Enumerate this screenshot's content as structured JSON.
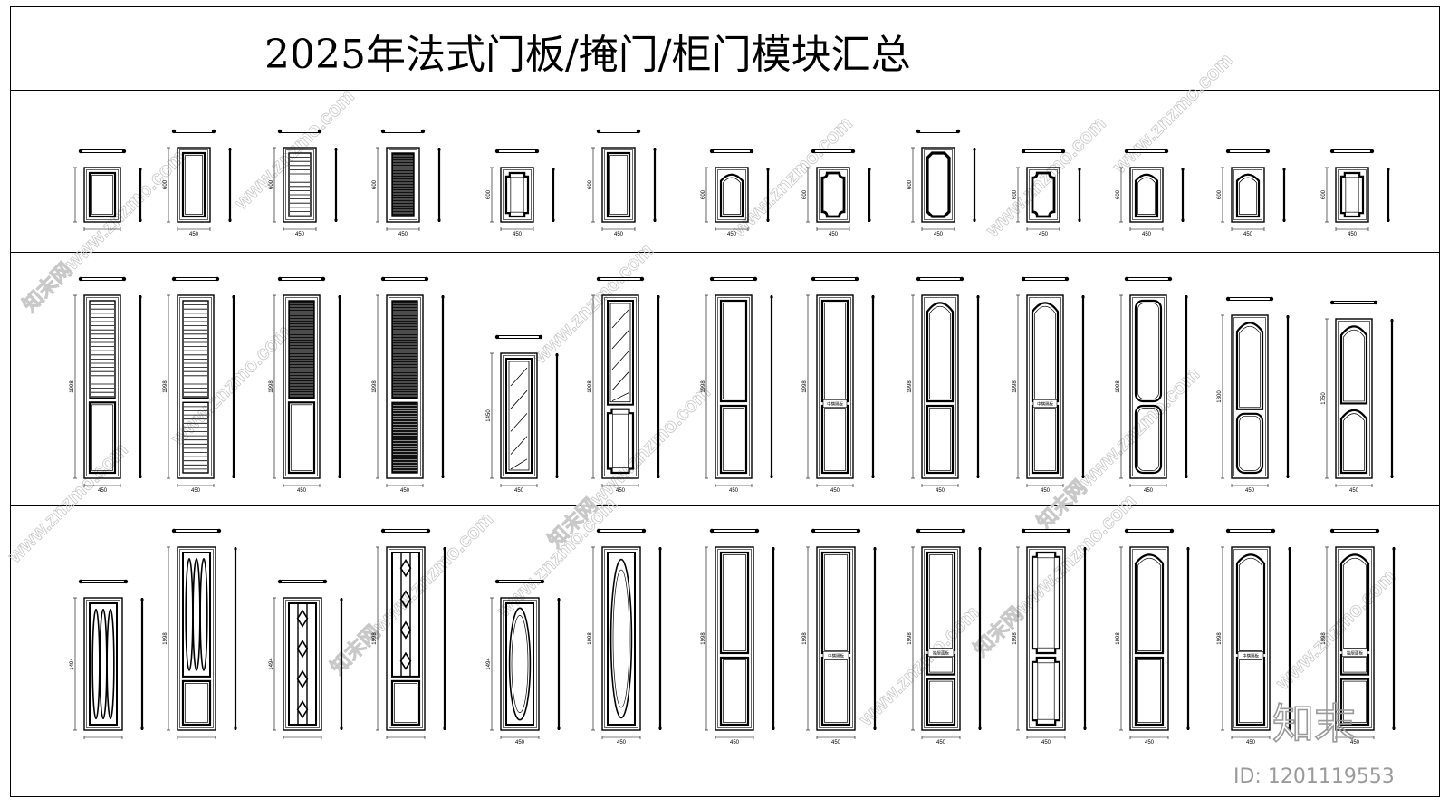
{
  "title": "2025年法式门板/掩门/柜门模块汇总",
  "colors": {
    "line": "#000000",
    "watermark": "#c8c8c8",
    "logo": "#9a9a9a"
  },
  "watermark": {
    "text": "www.znzmo.com",
    "site_name": "知末网"
  },
  "logo": {
    "text": "知末",
    "id_label": "ID: 1201119553"
  },
  "rows": [
    {
      "name": "short-doors",
      "panels": [
        {
          "type": "raised-plain",
          "height_label": "",
          "width_label": ""
        },
        {
          "type": "plain-recessed",
          "height_label": "600",
          "width_label": "450"
        },
        {
          "type": "louver-light",
          "height_label": "600",
          "width_label": "450"
        },
        {
          "type": "louver-dark",
          "height_label": "600",
          "width_label": "450"
        },
        {
          "type": "notched-corner",
          "height_label": "600",
          "width_label": "450"
        },
        {
          "type": "plain-recessed",
          "height_label": "600",
          "width_label": "450"
        },
        {
          "type": "arched",
          "height_label": "600",
          "width_label": "450"
        },
        {
          "type": "scalloped",
          "height_label": "600",
          "width_label": "450"
        },
        {
          "type": "octagon",
          "height_label": "600",
          "width_label": "450"
        },
        {
          "type": "scalloped-bold",
          "height_label": "600",
          "width_label": "450"
        },
        {
          "type": "arched-light",
          "height_label": "600",
          "width_label": "450"
        },
        {
          "type": "arched-scallop",
          "height_label": "600",
          "width_label": "450"
        },
        {
          "type": "notched-corner",
          "height_label": "600",
          "width_label": "450"
        }
      ]
    },
    {
      "name": "tall-doors-a",
      "panels": [
        {
          "type": "louver-top-light",
          "height_label": "1998",
          "width_label": "450",
          "note": ""
        },
        {
          "type": "louver-full-light",
          "height_label": "1998",
          "width_label": "450",
          "note": ""
        },
        {
          "type": "louver-top-dark",
          "height_label": "1998",
          "width_label": "450",
          "note": ""
        },
        {
          "type": "louver-full-dark",
          "height_label": "1998",
          "width_label": "450",
          "note": ""
        },
        {
          "type": "glass-hatched",
          "height_label": "1450",
          "width_label": "450",
          "note": ""
        },
        {
          "type": "glass-two",
          "height_label": "1998",
          "width_label": "450",
          "note": ""
        },
        {
          "type": "two-panel",
          "height_label": "1998",
          "width_label": "450",
          "note": ""
        },
        {
          "type": "two-panel-note",
          "height_label": "1998",
          "width_label": "450",
          "note": "中横隔板"
        },
        {
          "type": "arched-two",
          "height_label": "1998",
          "width_label": "450",
          "note": ""
        },
        {
          "type": "arched-two-note",
          "height_label": "1998",
          "width_label": "450",
          "note": "中横隔板"
        },
        {
          "type": "round-two",
          "height_label": "1998",
          "width_label": "450",
          "note": ""
        },
        {
          "type": "arched-round-two",
          "height_label": "1800",
          "width_label": "450",
          "note": ""
        },
        {
          "type": "notch-arched-two",
          "height_label": "1750",
          "width_label": "450",
          "note": ""
        }
      ]
    },
    {
      "name": "tall-doors-b",
      "panels": [
        {
          "type": "lattice-gothic",
          "height_label": "1494",
          "width_label": "",
          "note": ""
        },
        {
          "type": "lattice-gothic-base",
          "height_label": "1998",
          "width_label": "",
          "note": ""
        },
        {
          "type": "lattice-diamond",
          "height_label": "1494",
          "width_label": "",
          "note": ""
        },
        {
          "type": "lattice-diamond-base",
          "height_label": "1998",
          "width_label": "",
          "note": ""
        },
        {
          "type": "oval",
          "height_label": "1494",
          "width_label": "450",
          "note": ""
        },
        {
          "type": "oval-tall",
          "height_label": "1998",
          "width_label": "450",
          "note": ""
        },
        {
          "type": "two-panel",
          "height_label": "1998",
          "width_label": "450",
          "note": ""
        },
        {
          "type": "two-panel-note",
          "height_label": "1998",
          "width_label": "450",
          "note": "中横隔板"
        },
        {
          "type": "three-panel-note",
          "height_label": "1998",
          "width_label": "450",
          "note": "抽屉面板"
        },
        {
          "type": "notched-two",
          "height_label": "1998",
          "width_label": "450",
          "note": ""
        },
        {
          "type": "arched-two",
          "height_label": "1998",
          "width_label": "450",
          "note": ""
        },
        {
          "type": "arched-two-note",
          "height_label": "1998",
          "width_label": "450",
          "note": "中横隔板"
        },
        {
          "type": "arched-three-note",
          "height_label": "1998",
          "width_label": "450",
          "note": "抽屉面板"
        }
      ]
    }
  ]
}
